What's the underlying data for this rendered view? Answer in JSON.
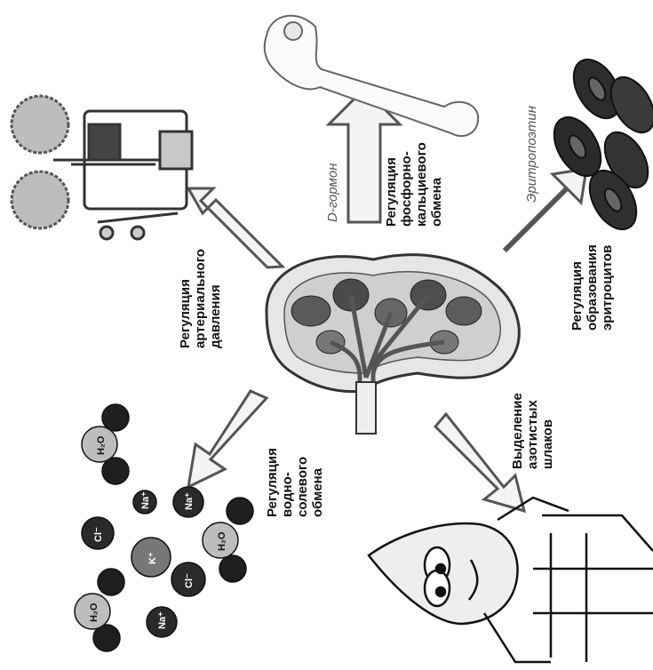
{
  "labels": {
    "d_hormone": "D-гормон",
    "phospho_calcium": [
      "Регуляция",
      "фосфорно-",
      "кальциевого",
      "обмена"
    ],
    "erythropoietin": "Эритропоэтин",
    "erythro_formation": [
      "Регуляция",
      "образования",
      "эритроцитов"
    ],
    "blood_pressure": [
      "Регуляция",
      "артериального",
      "давления"
    ],
    "water_salt": [
      "Регуляция",
      "водно-",
      "солевого",
      "обмена"
    ],
    "nitrogen_waste": [
      "Выделение",
      "азотистых",
      "шлаков"
    ]
  },
  "ions": {
    "water": "H₂O",
    "cl": "Cl⁻",
    "na": "Na⁺",
    "k": "K⁺"
  }
}
